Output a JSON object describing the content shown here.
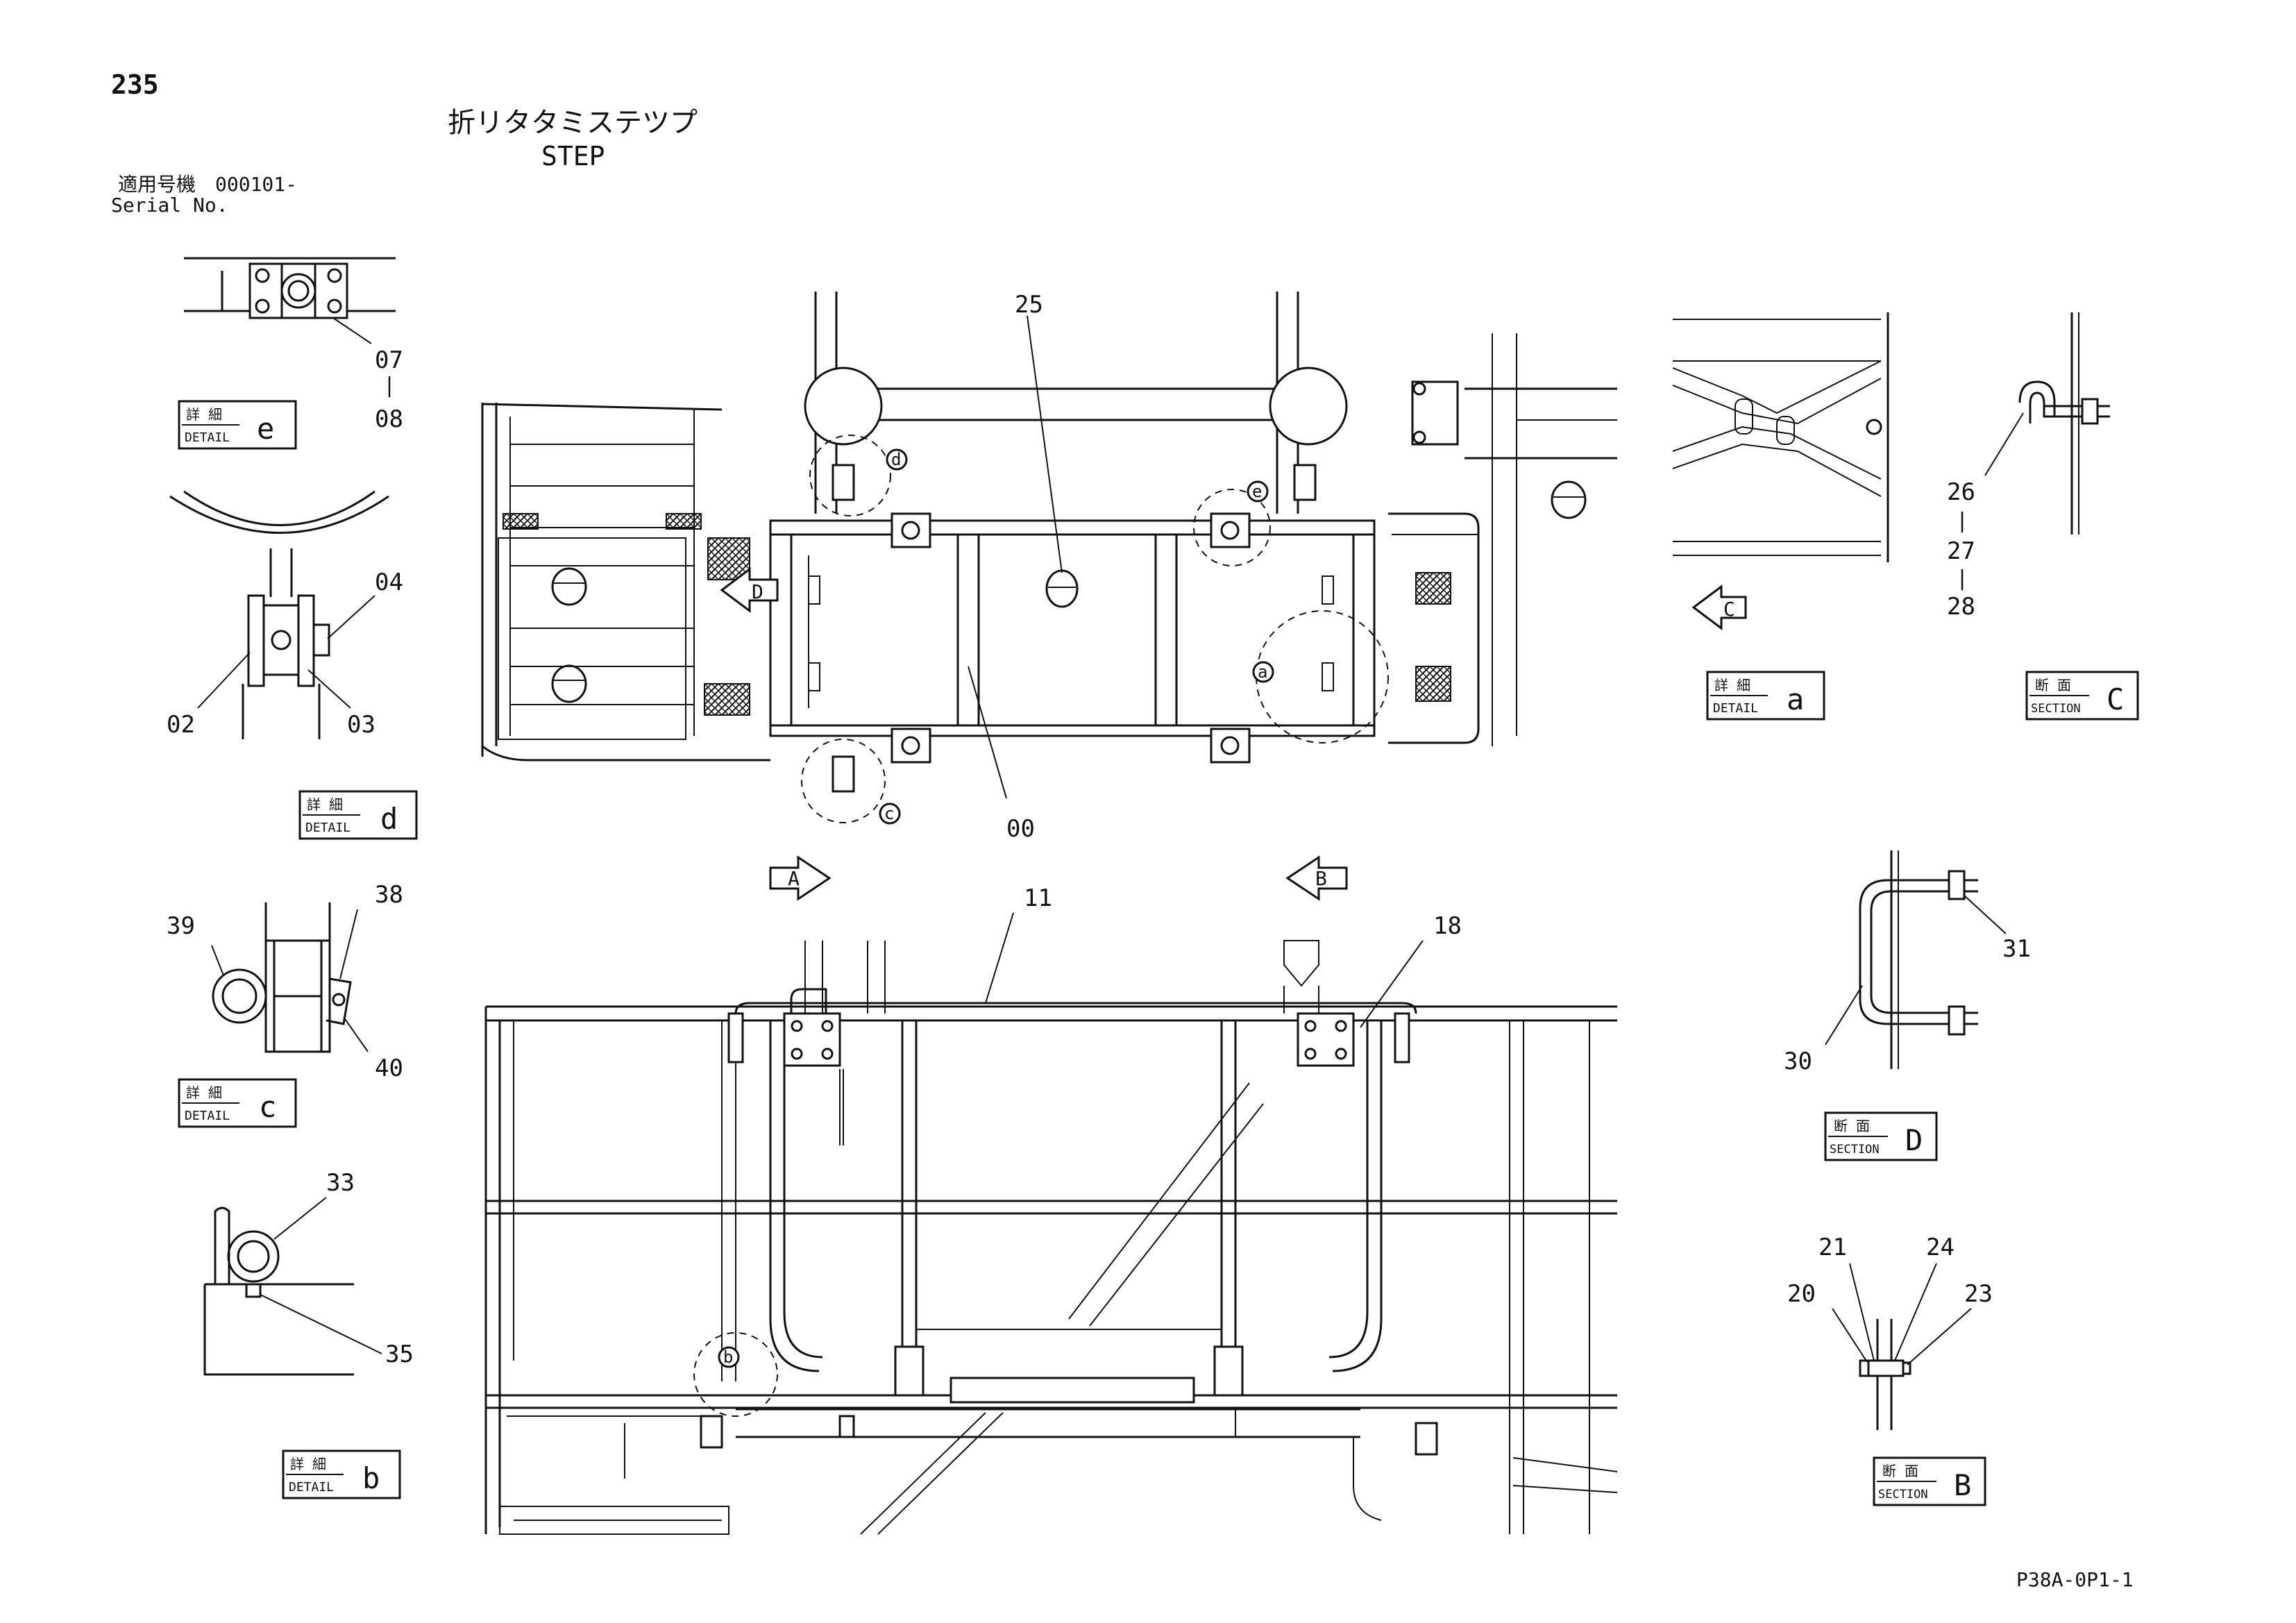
{
  "header": {
    "page_number": "235",
    "title_jp": "折リタタミステツプ",
    "title_en": "STEP",
    "serial_label_jp": "適用号機",
    "serial_value": "000101-",
    "serial_label_en": "Serial No."
  },
  "footer": {
    "drawing_code": "P38A-0P1-1"
  },
  "detail_boxes": {
    "e": {
      "top": "詳 細",
      "bottom": "DETAIL",
      "letter": "e"
    },
    "d": {
      "top": "詳 細",
      "bottom": "DETAIL",
      "letter": "d"
    },
    "c": {
      "top": "詳 細",
      "bottom": "DETAIL",
      "letter": "c"
    },
    "b": {
      "top": "詳 細",
      "bottom": "DETAIL",
      "letter": "b"
    },
    "a": {
      "top": "詳 細",
      "bottom": "DETAIL",
      "letter": "a"
    },
    "secC": {
      "top": "断 面",
      "bottom": "SECTION",
      "letter": "C"
    },
    "secD": {
      "top": "断 面",
      "bottom": "SECTION",
      "letter": "D"
    },
    "secB": {
      "top": "断 面",
      "bottom": "SECTION",
      "letter": "B"
    }
  },
  "part_numbers": {
    "p07": "07",
    "dash1": "|",
    "p08": "08",
    "p04": "04",
    "p02": "02",
    "p03": "03",
    "p39": "39",
    "p38": "38",
    "p40": "40",
    "p33": "33",
    "p35": "35",
    "p25": "25",
    "p00": "00",
    "p11": "11",
    "p18": "18",
    "p26": "26",
    "dash2": "|",
    "p27": "27",
    "dash3": "|",
    "p28": "28",
    "p31": "31",
    "p30": "30",
    "p21": "21",
    "p24": "24",
    "p20": "20",
    "p23": "23"
  },
  "view_arrows": {
    "A": "A",
    "B": "B",
    "C": "C",
    "D": "D"
  },
  "circle_callouts": {
    "a": "a",
    "b": "b",
    "c": "c",
    "d": "d",
    "e": "e"
  }
}
